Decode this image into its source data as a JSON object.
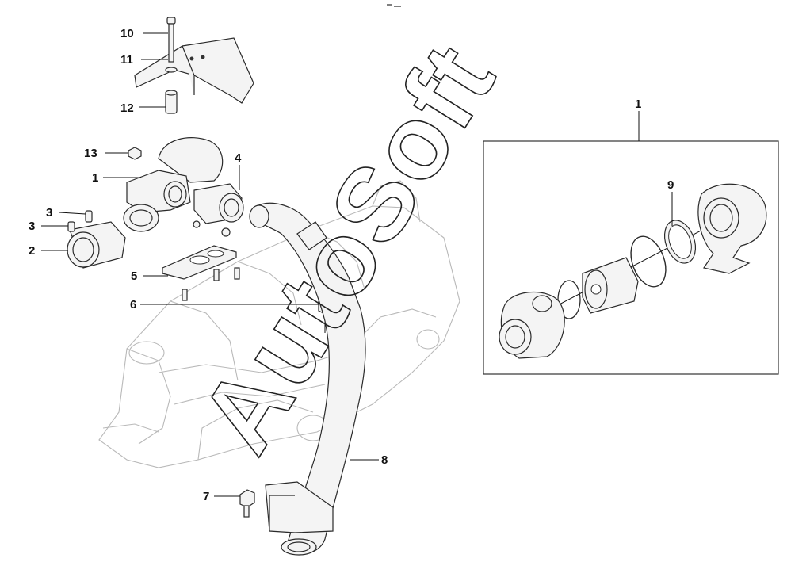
{
  "labels": {
    "l10": "10",
    "l11": "11",
    "l12": "12",
    "l13": "13",
    "l1a": "1",
    "l4": "4",
    "l3a": "3",
    "l3b": "3",
    "l2": "2",
    "l5": "5",
    "l6": "6",
    "l7": "7",
    "l8": "8",
    "l1b": "1",
    "l9": "9"
  },
  "watermark": "AutoSoft",
  "colors": {
    "line": "#2a2a2a",
    "engine": "#b9b9b9",
    "text": "#111111"
  }
}
